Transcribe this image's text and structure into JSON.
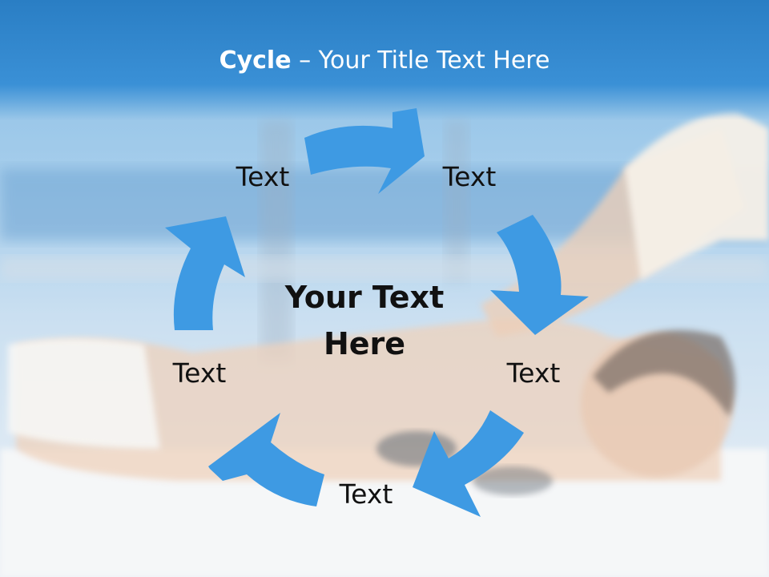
{
  "title": {
    "bold": "Cycle",
    "rest": " – Your Title Text Here"
  },
  "center": {
    "line1": "Your Text",
    "line2": "Here"
  },
  "steps": [
    {
      "label": "Text"
    },
    {
      "label": "Text"
    },
    {
      "label": "Text"
    },
    {
      "label": "Text"
    },
    {
      "label": "Text"
    }
  ],
  "colors": {
    "title_bar": "#2a7ec4",
    "arrow": "#3e9ae3",
    "text": "#111111",
    "title_text": "#ffffff"
  }
}
